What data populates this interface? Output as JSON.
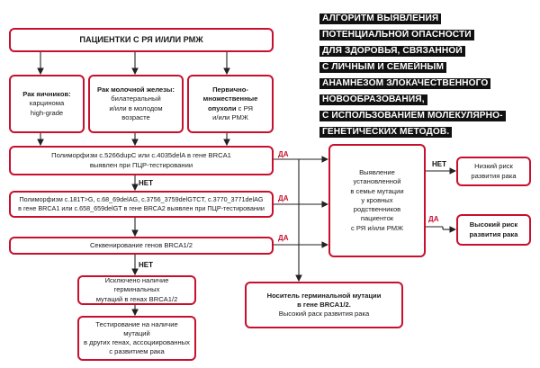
{
  "title_lines": [
    "АЛГОРИТМ ВЫЯВЛЕНИЯ",
    "ПОТЕНЦИАЛЬНОЙ ОПАСНОСТИ",
    "ДЛЯ ЗДОРОВЬЯ, СВЯЗАННОЙ",
    "С ЛИЧНЫМ И СЕМЕЙНЫМ",
    "АНАМНЕЗОМ ЗЛОКАЧЕСТВЕННОГО",
    "НОВООБРАЗОВАНИЯ,",
    "С ИСПОЛЬЗОВАНИЕМ МОЛЕКУЛЯРНО-",
    "ГЕНЕТИЧЕСКИХ МЕТОДОВ."
  ],
  "boxes": {
    "patients": "ПАЦИЕНТКИ С РЯ И/ИЛИ РМЖ",
    "ovarian_title": "Рак яичников:",
    "ovarian_lines": [
      "карцинома",
      "high-grade"
    ],
    "breast_title": "Рак молочной железы:",
    "breast_lines": [
      "билатеральный",
      "и/или в молодом",
      "возрасте"
    ],
    "multiple_title_lines": [
      "Первично-",
      "множественные",
      "опухоли"
    ],
    "multiple_rest": "с РЯ",
    "multiple_last": "и/или РМЖ",
    "poly1_lines": [
      "Полиморфизм с.5266dupC или с.4035delA  в гене BRCA1",
      "выявлен при ПЦР-тестировании"
    ],
    "poly2_lines": [
      "Полиморфизм с.181T>G, с.68_69delAG, c.3756_3759delGTCT, c.3770_3771delAG",
      "в гене BRCA1 или с.658_659delGT в гене BRCA2 выявлен при ПЦР-тестировании"
    ],
    "sequencing": "Секвенирование генов BRCA1/2",
    "excluded_lines": [
      "Исключено наличие герминальных",
      "мутаций в генах BRCA1/2"
    ],
    "testing_lines": [
      "Тестирование на наличие мутаций",
      "в других генах, ассоциированных",
      "с развитием рака"
    ],
    "family_lines": [
      "Выявление",
      "установленной",
      "в семье мутации",
      "у кровных",
      "родственников",
      "пациенток",
      "с РЯ и/или РМЖ"
    ],
    "low_risk_lines": [
      "Низкий риск",
      "развития рака"
    ],
    "high_risk_lines": [
      "Высокий риск",
      "развития рака"
    ],
    "carrier_title_lines": [
      "Носитель герминальной мутации",
      "в гене BRCA1/2."
    ],
    "carrier_rest": "Высокий раск развития рака"
  },
  "labels": {
    "yes": "ДА",
    "no": "НЕТ"
  },
  "colors": {
    "accent": "#c8102e",
    "text": "#1a1a1a",
    "title_bg": "#111111"
  }
}
